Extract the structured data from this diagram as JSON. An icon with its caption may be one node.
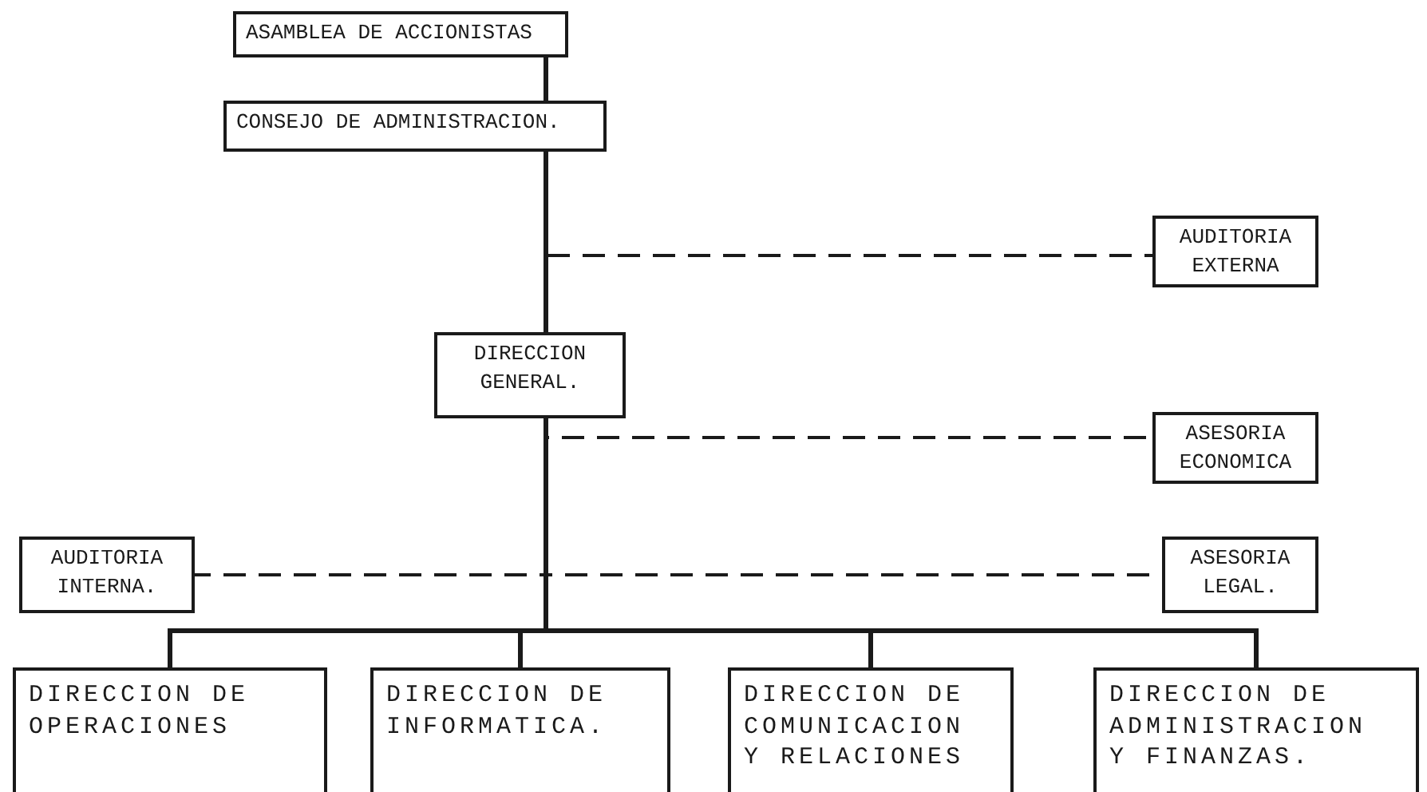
{
  "diagram": {
    "nodes": [
      {
        "text": [
          "ASAMBLEA DE ACCIONISTAS"
        ]
      },
      {
        "text": [
          "CONSEJO DE ADMINISTRACION."
        ]
      },
      {
        "text": [
          "AUDITORIA EXTERNA"
        ]
      },
      {
        "text": [
          "DIRECCION GENERAL."
        ]
      },
      {
        "text": [
          "ASESORIA ECONOMICA"
        ]
      },
      {
        "text": [
          "AUDITORIA INTERNA."
        ]
      },
      {
        "text": [
          "ASESORIA LEGAL."
        ]
      },
      {
        "text": [
          "DIRECCION DE OPERACIONES"
        ]
      },
      {
        "text": [
          "DIRECCION DE INFORMATICA."
        ]
      },
      {
        "text": [
          "DIRECCION DE COMUNICACION Y RELACIONES"
        ]
      },
      {
        "text": [
          "DIRECCION DE ADMINISTRACION Y FINANZAS."
        ]
      }
    ],
    "edges": [
      {
        "from": 0,
        "to": 1,
        "arrow": "none"
      },
      {
        "from": 1,
        "to": 3,
        "arrow": "none"
      },
      {
        "from": 1,
        "to": 2,
        "arrow": "none",
        "style": "dashed"
      },
      {
        "from": 3,
        "to": 4,
        "arrow": "none",
        "style": "dashed"
      },
      {
        "from": 3,
        "to": 5,
        "arrow": "none",
        "style": "dashed"
      },
      {
        "from": 3,
        "to": 6,
        "arrow": "none",
        "style": "dashed"
      },
      {
        "from": 3,
        "to": 7,
        "arrow": "none"
      },
      {
        "from": 3,
        "to": 8,
        "arrow": "none"
      },
      {
        "from": 3,
        "to": 9,
        "arrow": "none"
      },
      {
        "from": 3,
        "to": 10,
        "arrow": "none"
      }
    ]
  }
}
